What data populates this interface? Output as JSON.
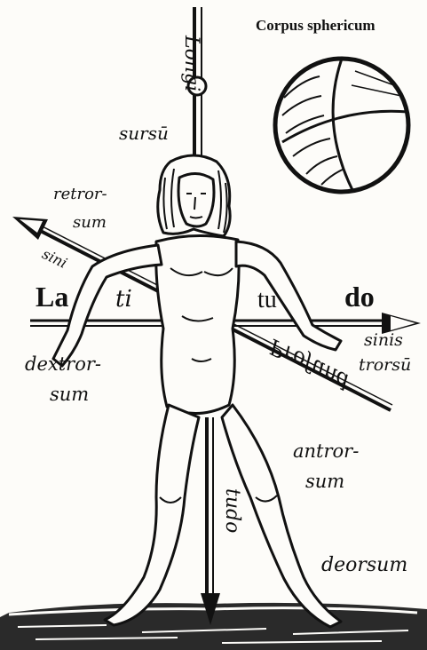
{
  "title": "Corpus sphericum",
  "labels": {
    "longi": "Longi",
    "sursum": "sursū",
    "retrorsum_1": "retror-",
    "retrorsum_2": "sum",
    "sini_fragment": "sini",
    "la": "La",
    "ti": "ti",
    "tu": "tu",
    "do": "do",
    "sinistrorsum_1": "sinis",
    "sinistrorsum_2": "trorsū",
    "profunditas": "Profund",
    "dextrorsum_1": "dextror-",
    "dextrorsum_2": "sum",
    "antrorsum_1": "antror-",
    "antrorsum_2": "sum",
    "tudo": "tudo",
    "deorsum": "deorsum"
  }
}
